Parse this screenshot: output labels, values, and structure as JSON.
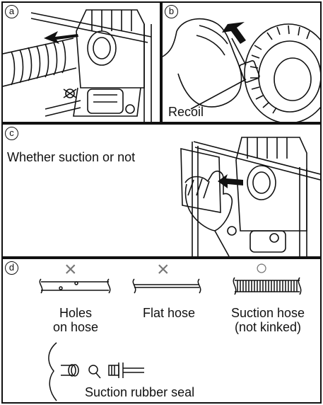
{
  "panels": {
    "a": {
      "badge": "a"
    },
    "b": {
      "badge": "b",
      "callout": "Recoil"
    },
    "c": {
      "badge": "c",
      "caption": "Whether suction or not"
    },
    "d": {
      "badge": "d",
      "marks": {
        "holes": "×",
        "flat": "×",
        "suction": "○"
      },
      "labels": {
        "holes_line1": "Holes",
        "holes_line2": "on hose",
        "flat": "Flat hose",
        "suction_line1": "Suction hose",
        "suction_line2": "(not kinked)",
        "seal": "Suction rubber seal"
      }
    }
  }
}
